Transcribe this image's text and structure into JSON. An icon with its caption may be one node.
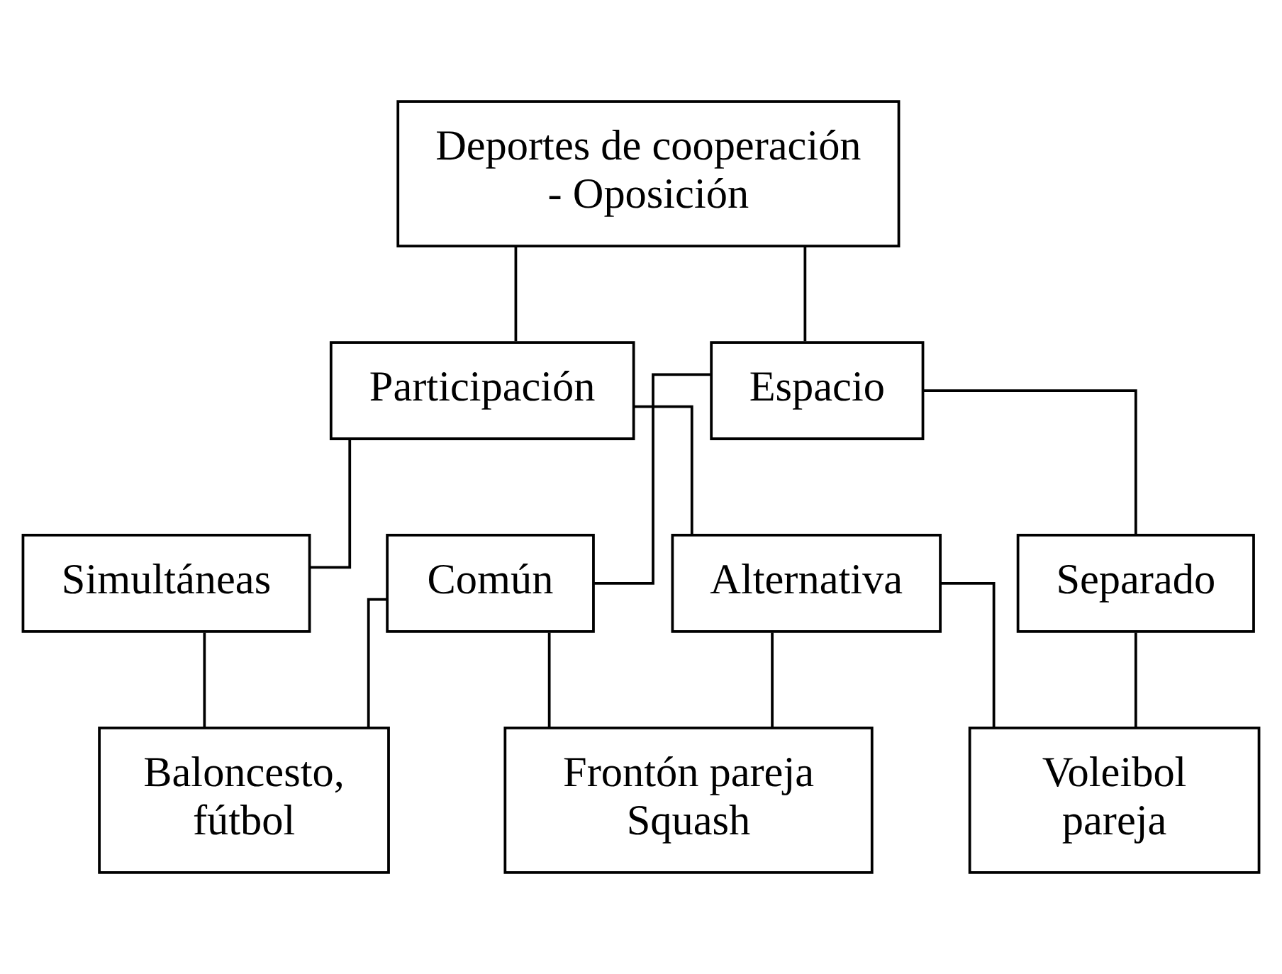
{
  "diagram": {
    "nodes": [
      {
        "text": [
          "Deportes de cooperación - Oposición"
        ]
      },
      {
        "text": [
          "Espacio"
        ]
      },
      {
        "text": [
          "Participación"
        ]
      },
      {
        "text": [
          "Separado"
        ]
      },
      {
        "text": [
          "Común"
        ]
      },
      {
        "text": [
          "Simultáneas"
        ]
      },
      {
        "text": [
          "Alternativa"
        ]
      },
      {
        "text": [
          "Baloncesto, fútbol"
        ]
      },
      {
        "text": [
          "Frontón pareja Squash"
        ]
      },
      {
        "text": [
          "Voleibol pareja"
        ]
      }
    ],
    "edges": [
      {
        "from": 0,
        "to": 1,
        "arrow": "none"
      },
      {
        "from": 0,
        "to": 2,
        "arrow": "none"
      },
      {
        "from": 1,
        "to": 3,
        "arrow": "none"
      },
      {
        "from": 1,
        "to": 4,
        "arrow": "none"
      },
      {
        "from": 2,
        "to": 5,
        "arrow": "none"
      },
      {
        "from": 2,
        "to": 6,
        "arrow": "none"
      },
      {
        "from": 4,
        "to": 7,
        "arrow": "none"
      },
      {
        "from": 5,
        "to": 7,
        "arrow": "none"
      },
      {
        "from": 4,
        "to": 8,
        "arrow": "none"
      },
      {
        "from": 6,
        "to": 8,
        "arrow": "none"
      },
      {
        "from": 3,
        "to": 9,
        "arrow": "none"
      },
      {
        "from": 6,
        "to": 9,
        "arrow": "none"
      }
    ]
  }
}
